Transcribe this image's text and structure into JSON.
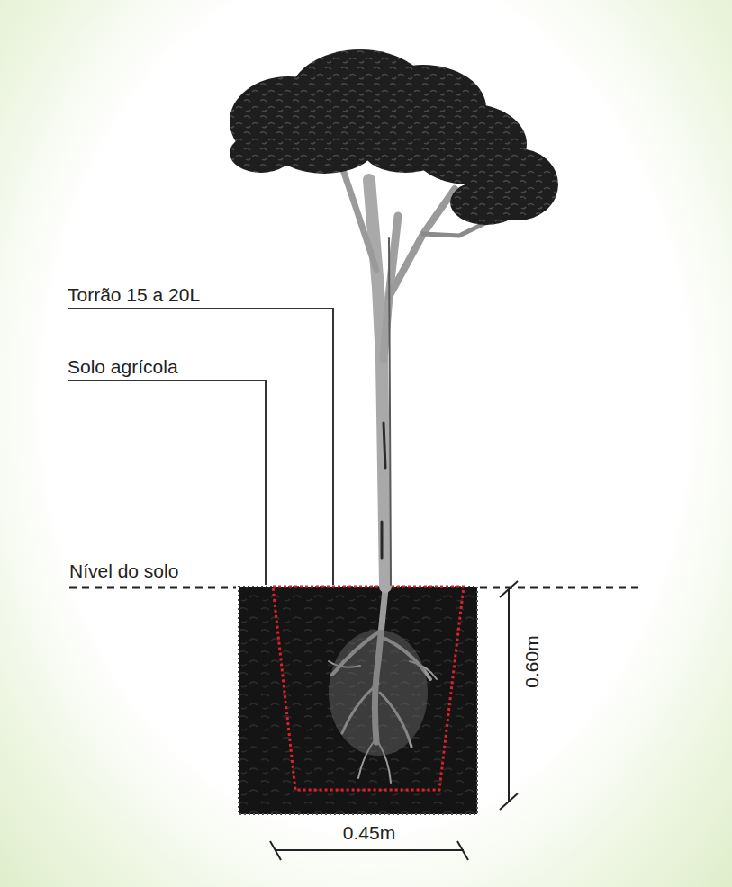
{
  "diagram": {
    "labels": [
      "Torrão 15 a 20L",
      "Solo agrícola",
      "Nível do solo",
      "0.60m",
      "0.45m"
    ]
  }
}
